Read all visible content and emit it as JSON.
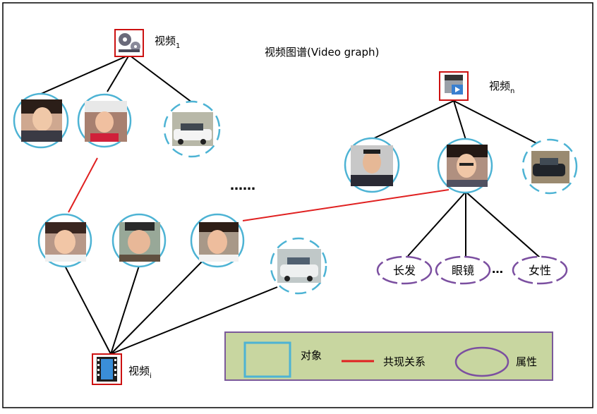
{
  "title": "视频图谱(Video graph)",
  "ellipsis": "……",
  "attr_ellipsis": "…",
  "videos": {
    "v1": {
      "label": "视频",
      "sub": "1"
    },
    "vn": {
      "label": "视频",
      "sub": "n"
    },
    "vi": {
      "label": "视频",
      "sub": "i"
    }
  },
  "attributes": [
    "长发",
    "眼镜",
    "女性"
  ],
  "legend": {
    "object_label": "对象",
    "relation_label": "共现关系",
    "attribute_label": "属性"
  },
  "colors": {
    "circle": "#4db3d4",
    "relation": "#e02020",
    "attribute": "#7b4fa0",
    "legend_bg": "#c8d6a0",
    "legend_border": "#7b5a9a",
    "video_border": "#cc1111"
  }
}
